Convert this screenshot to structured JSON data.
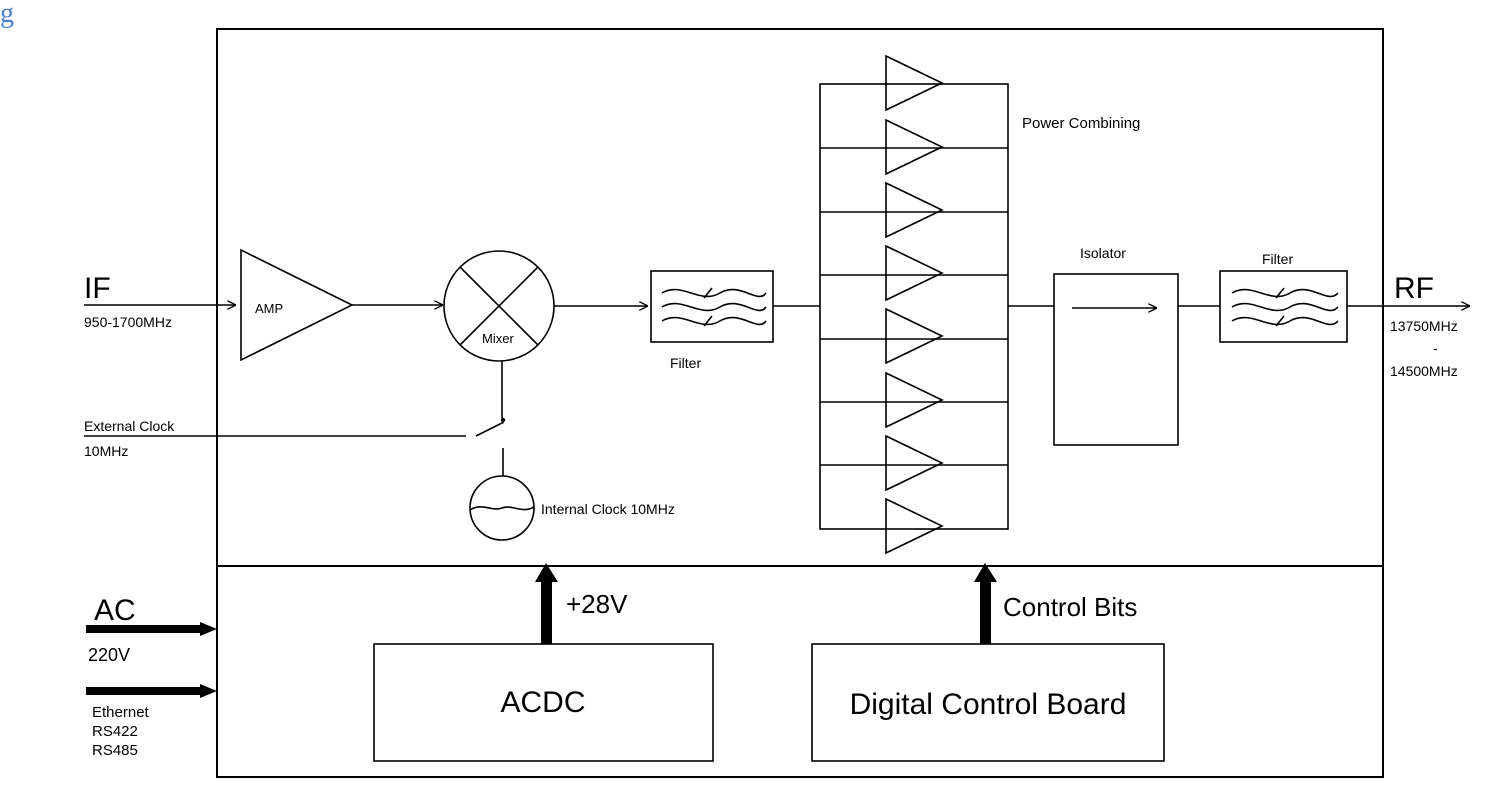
{
  "header": {
    "partial_text": "g"
  },
  "labels": {
    "if_title": "IF",
    "if_range": "950-1700MHz",
    "amp": "AMP",
    "mixer": "Mixer",
    "filter_if": "Filter",
    "power_combining": "Power Combining",
    "isolator": "Isolator",
    "filter_rf": "Filter",
    "rf_title": "RF",
    "rf_low": "13750MHz",
    "rf_dash": "-",
    "rf_high": "14500MHz",
    "ext_clock": "External Clock",
    "ext_clock_freq": "10MHz",
    "int_clock": "Internal Clock 10MHz",
    "ac_title": "AC",
    "ac_voltage": "220V",
    "ethernet": "Ethernet",
    "rs422": "RS422",
    "rs485": "RS485",
    "plus28v": "+28V",
    "control_bits": "Control Bits",
    "acdc": "ACDC",
    "digital_board": "Digital Control Board"
  }
}
